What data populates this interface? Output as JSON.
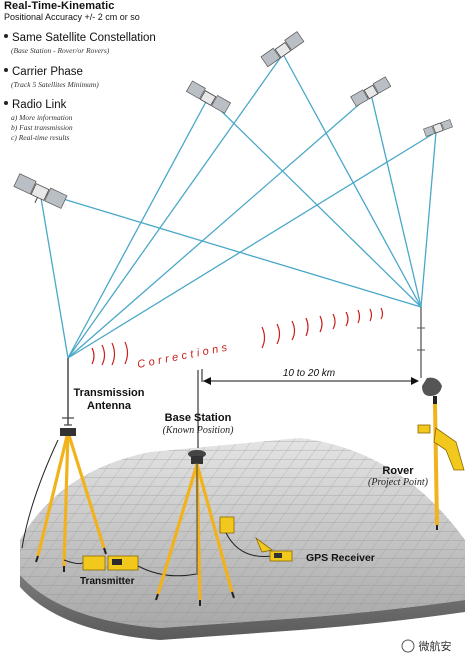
{
  "header": {
    "title": "Real-Time-Kinematic",
    "subtitle": "Positional Accuracy +/- 2 cm or so"
  },
  "features": [
    {
      "label": "Same Satellite Constellation",
      "note": "(Base Station - Rover/or Rovers)"
    },
    {
      "label": "Carrier Phase",
      "note": "(Track 5 Satellites Minimum)"
    },
    {
      "label": "Radio Link",
      "notes": [
        "a)  More information",
        "b)  Fast transmission",
        "c)  Real-time results"
      ]
    }
  ],
  "diagram": {
    "corrections_label": "Corrections",
    "distance_label": "10 to 20 km",
    "transmission_antenna_line1": "Transmission",
    "transmission_antenna_line2": "Antenna",
    "base_station_label": "Base Station",
    "base_station_sub": "(Known Position)",
    "rover_label": "Rover",
    "rover_sub": "(Project Point)",
    "gps_receiver_label": "GPS Receiver",
    "transmitter_label": "Transmitter",
    "watermark_text": "微航安"
  },
  "colors": {
    "signal_line": "#4aa8c8",
    "corrections_red": "#c8201a",
    "tripod_yellow": "#f2b21c",
    "ground_gray": "#9a9a9a"
  }
}
